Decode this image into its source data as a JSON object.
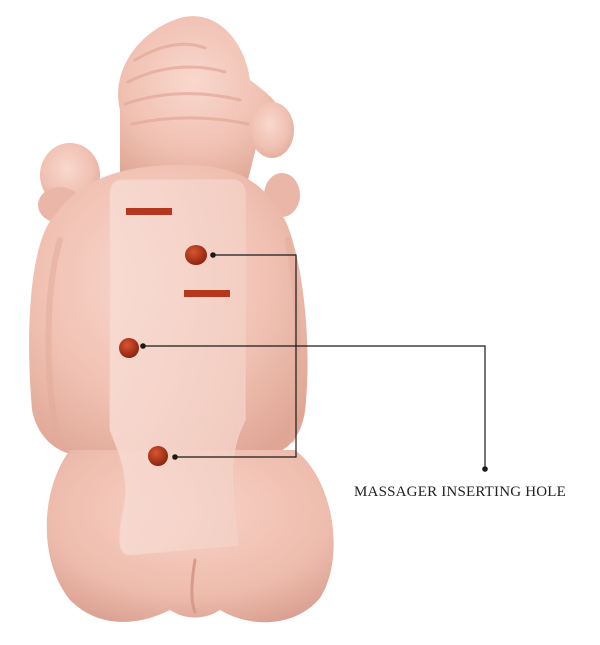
{
  "annotation": {
    "label": "MASSAGER INSERTING HOLE"
  },
  "colors": {
    "background": "#ffffff",
    "body": "#f2c6ba",
    "body_shadow": "#e2aa9c",
    "panel": "#f7d8cf",
    "hole": "#a8321c",
    "leader_line": "#1a1a1a"
  },
  "holes": [
    "upper-hole",
    "middle-hole",
    "lower-hole"
  ],
  "slots": [
    "upper-slot",
    "lower-slot"
  ]
}
